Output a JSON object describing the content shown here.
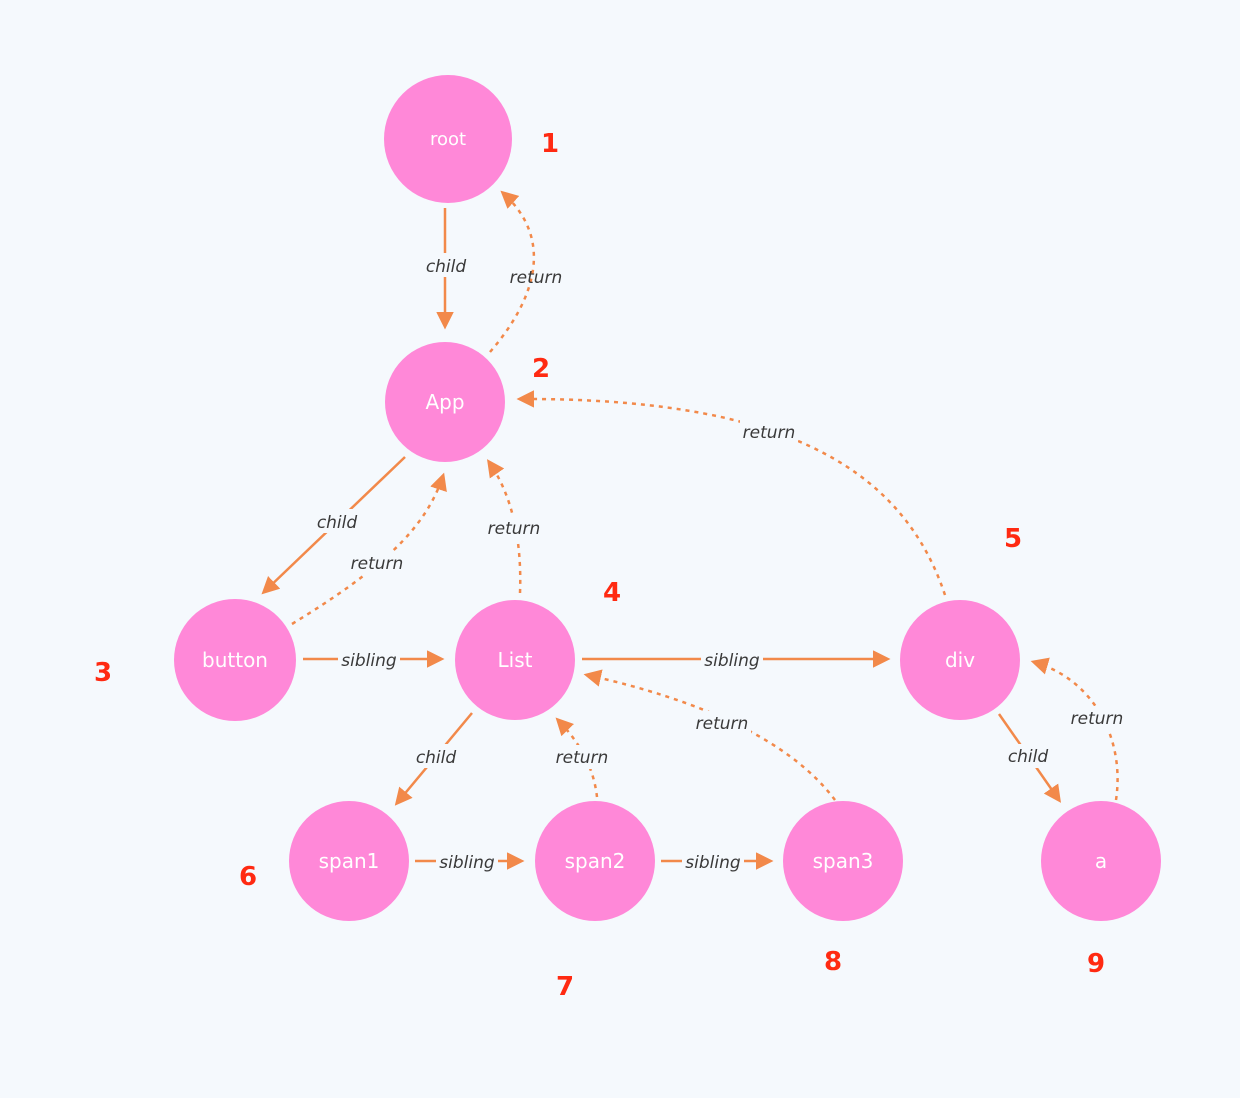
{
  "colors": {
    "node_fill": "#ff88d8",
    "edge": "#f2894a",
    "edge_label_bg": "#f5f9fd",
    "order_number": "#ff2a12"
  },
  "nodes": {
    "root": "root",
    "app": "App",
    "button": "button",
    "list": "List",
    "div": "div",
    "span1": "span1",
    "span2": "span2",
    "span3": "span3",
    "a": "a"
  },
  "edge_labels": {
    "child": "child",
    "return": "return",
    "sibling": "sibling"
  },
  "order": {
    "root": "1",
    "app": "2",
    "button": "3",
    "list": "4",
    "div": "5",
    "span1": "6",
    "span2": "7",
    "span3": "8",
    "a": "9"
  }
}
